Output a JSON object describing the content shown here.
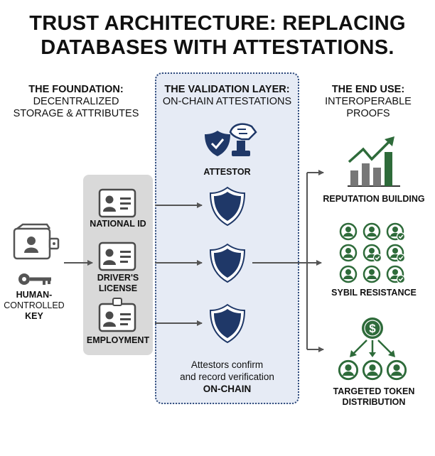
{
  "title": {
    "line1": "TRUST ARCHITECTURE: REPLACING",
    "line2": "DATABASES WITH ATTESTATIONS."
  },
  "columns": {
    "foundation": {
      "heading": "THE FOUNDATION:",
      "sub1": "DECENTRALIZED",
      "sub2": "STORAGE & ATTRIBUTES"
    },
    "validation": {
      "heading": "THE VALIDATION LAYER:",
      "sub1": "ON-CHAIN ATTESTATIONS"
    },
    "end_use": {
      "heading": "THE END USE:",
      "sub1": "INTEROPERABLE",
      "sub2": "PROOFS"
    }
  },
  "key": {
    "line1": "HUMAN-",
    "line2": "CONTROLLED",
    "line3": "KEY"
  },
  "attributes": [
    {
      "label1": "NATIONAL ID",
      "label2": ""
    },
    {
      "label1": "DRIVER'S",
      "label2": "LICENSE"
    },
    {
      "label1": "EMPLOYMENT",
      "label2": ""
    }
  ],
  "attestor": {
    "label": "ATTESTOR"
  },
  "attest_note": {
    "line1": "Attestors confirm",
    "line2": "and record verification",
    "line3": "ON-CHAIN"
  },
  "outcomes": {
    "reputation": {
      "label": "REPUTATION BUILDING"
    },
    "sybil": {
      "label": "SYBIL RESISTANCE"
    },
    "token": {
      "label1": "TARGETED TOKEN",
      "label2": "DISTRIBUTION"
    }
  },
  "icons": {
    "wallet": "wallet-icon",
    "key": "key-icon",
    "id_card": "id-card-icon",
    "badge": "employee-badge-icon",
    "shield": "shield-icon",
    "stamp": "stamp-icon",
    "bar_chart": "growth-chart-icon",
    "user": "verified-user-icon",
    "dollar": "dollar-coin-icon"
  },
  "colors": {
    "navy": "#1f3868",
    "green": "#2e6b3a",
    "gray_panel": "#d9d9d9",
    "blue_panel": "#e6ebf5"
  }
}
